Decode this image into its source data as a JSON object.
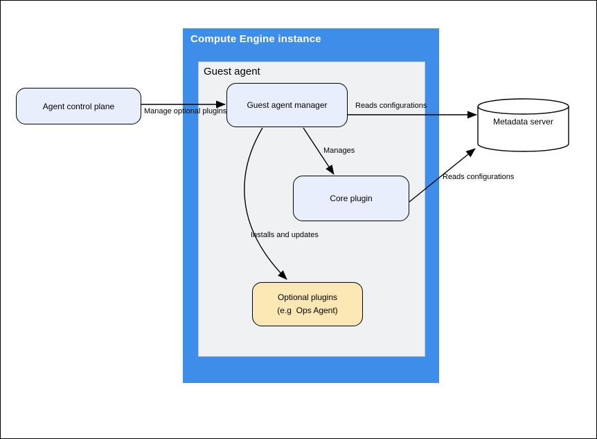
{
  "diagram": {
    "outer_container": {
      "title": "Compute Engine instance"
    },
    "inner_container": {
      "title": "Guest agent"
    },
    "nodes": {
      "agent_control_plane": {
        "label": "Agent control plane"
      },
      "guest_agent_manager": {
        "label": "Guest agent manager"
      },
      "core_plugin": {
        "label": "Core plugin"
      },
      "optional_plugins": {
        "label_line1": "Optional plugins",
        "label_line2": "(e.g  Ops Agent)"
      },
      "metadata_server": {
        "label": "Metadata server"
      }
    },
    "edges": {
      "manage_optional_plugins": {
        "label": "Manage optional plugins",
        "from": "agent_control_plane",
        "to": "guest_agent_manager"
      },
      "reads_configurations_manager": {
        "label": "Reads configurations",
        "from": "guest_agent_manager",
        "to": "metadata_server"
      },
      "manages": {
        "label": "Manages",
        "from": "guest_agent_manager",
        "to": "core_plugin"
      },
      "reads_configurations_core": {
        "label": "Reads configurations",
        "from": "core_plugin",
        "to": "metadata_server"
      },
      "installs_and_updates": {
        "label": "Installs and updates",
        "from": "guest_agent_manager",
        "to": "optional_plugins"
      }
    },
    "colors": {
      "container_blue": "#3E8EE9",
      "inner_gray_fill": "#F0F1F3",
      "inner_gray_border": "#C2C6CA",
      "node_blue_fill": "#E8EEFB",
      "node_yellow_fill": "#FBE7B3",
      "node_border": "#000000",
      "title_text_on_blue": "#FFFFFF",
      "text": "#000000"
    }
  }
}
